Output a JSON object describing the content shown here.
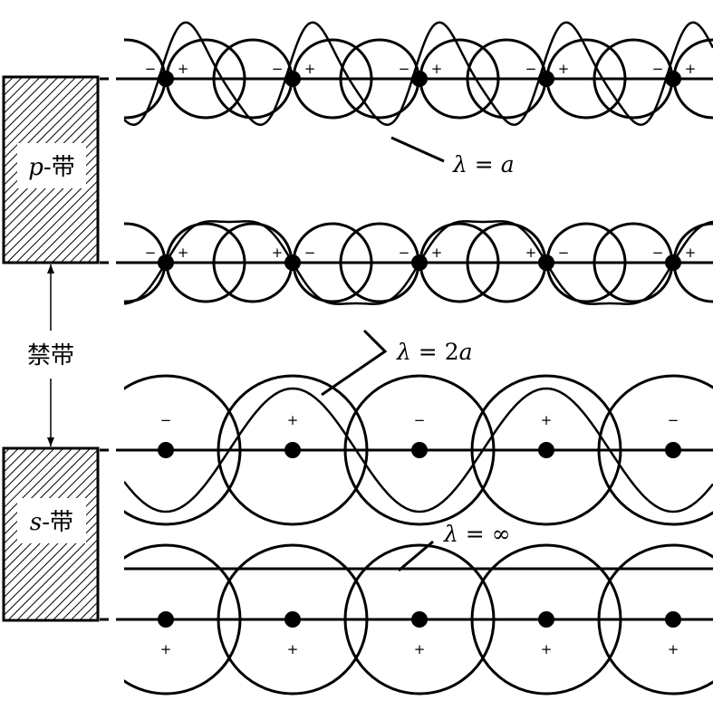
{
  "bands": {
    "p_band": {
      "italic": "p",
      "suffix": "-带"
    },
    "s_band": {
      "italic": "s",
      "suffix": "-带"
    },
    "gap": "禁带"
  },
  "labels": {
    "lambda_a": {
      "symbol": "λ",
      "eq": " = ",
      "value": "a"
    },
    "lambda_2a": {
      "symbol": "λ",
      "eq": " = 2",
      "value": "a"
    },
    "lambda_inf": {
      "symbol": "λ",
      "eq": " = ",
      "value": "∞"
    }
  },
  "rows": [
    {
      "name": "p-band-top",
      "signs": [
        [
          "−",
          "+"
        ],
        [
          "−",
          "+"
        ],
        [
          "−",
          "+"
        ],
        [
          "−",
          "+"
        ],
        [
          "−",
          "+"
        ]
      ]
    },
    {
      "name": "p-band-bottom",
      "signs": [
        [
          "−",
          "+"
        ],
        [
          "+",
          "−"
        ],
        [
          "−",
          "+"
        ],
        [
          "+",
          "−"
        ],
        [
          "−",
          "+"
        ]
      ]
    },
    {
      "name": "s-band-top",
      "signs": [
        "−",
        "+",
        "−",
        "+",
        "−"
      ]
    },
    {
      "name": "s-band-bottom",
      "signs": [
        "+",
        "+",
        "+",
        "+",
        "+"
      ]
    }
  ],
  "colors": {
    "ink": "#000000",
    "background": "#ffffff"
  }
}
